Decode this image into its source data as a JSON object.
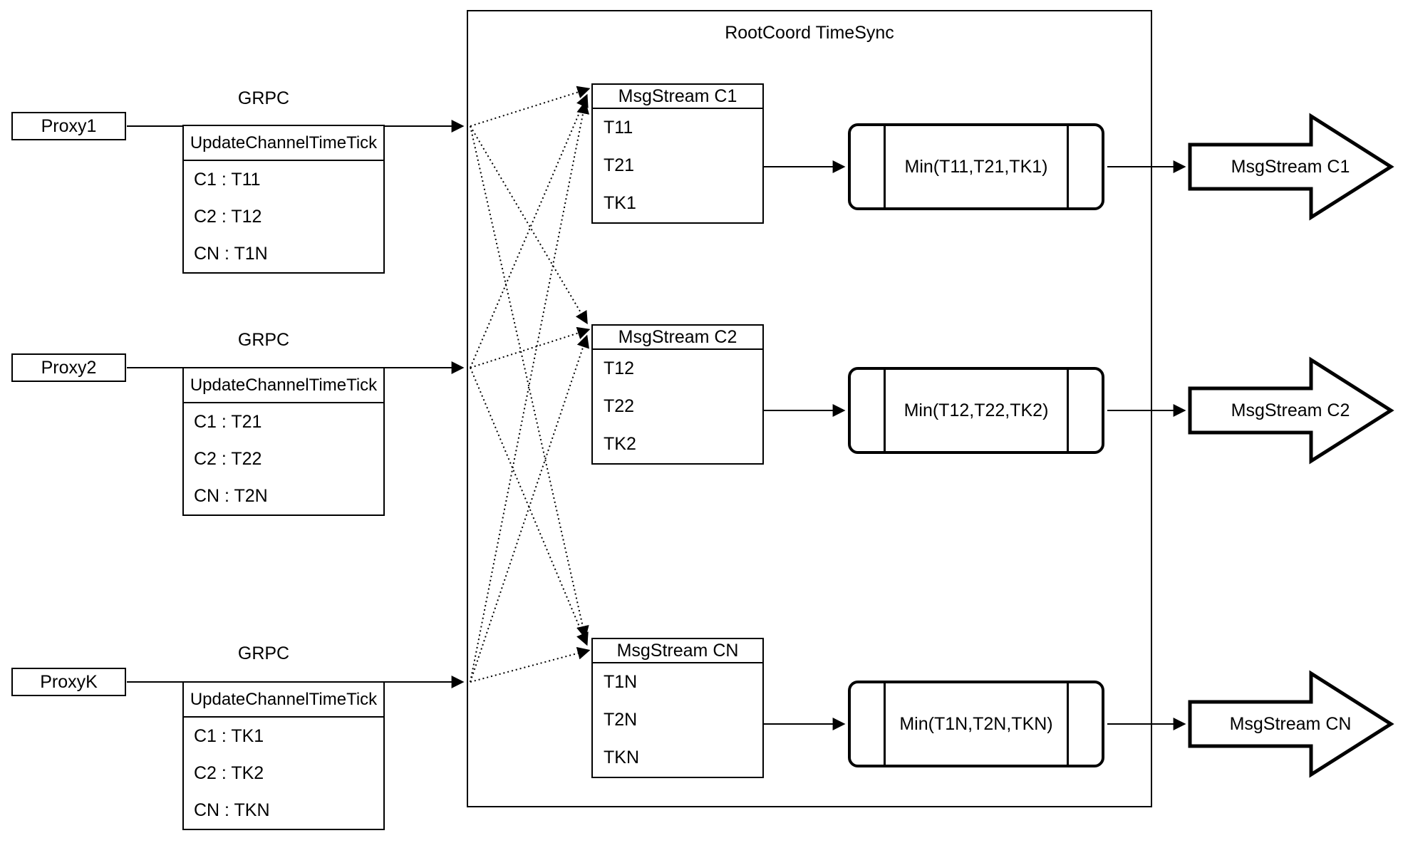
{
  "diagram": {
    "title": "RootCoord TimeSync",
    "colors": {
      "stroke": "#000000",
      "background": "#ffffff"
    },
    "proxies": [
      {
        "name": "Proxy1",
        "protocol": "GRPC",
        "table": {
          "header": "UpdateChannelTimeTick",
          "rows": [
            "C1 :  T11",
            "C2 :  T12",
            "CN : T1N"
          ]
        }
      },
      {
        "name": "Proxy2",
        "protocol": "GRPC",
        "table": {
          "header": "UpdateChannelTimeTick",
          "rows": [
            "C1 :  T21",
            "C2 :  T22",
            "CN : T2N"
          ]
        }
      },
      {
        "name": "ProxyK",
        "protocol": "GRPC",
        "table": {
          "header": "UpdateChannelTimeTick",
          "rows": [
            "C1 :  TK1",
            "C2 :  TK2",
            "CN : TKN"
          ]
        }
      }
    ],
    "streams": [
      {
        "header": "MsgStream C1",
        "rows": [
          "T11",
          "T21",
          "TK1"
        ],
        "min": "Min(T11,T21,TK1)",
        "output": "MsgStream C1"
      },
      {
        "header": "MsgStream C2",
        "rows": [
          "T12",
          "T22",
          "TK2"
        ],
        "min": "Min(T12,T22,TK2)",
        "output": "MsgStream C2"
      },
      {
        "header": "MsgStream CN",
        "rows": [
          "T1N",
          "T2N",
          "TKN"
        ],
        "min": "Min(T1N,T2N,TKN)",
        "output": "MsgStream CN"
      }
    ]
  }
}
